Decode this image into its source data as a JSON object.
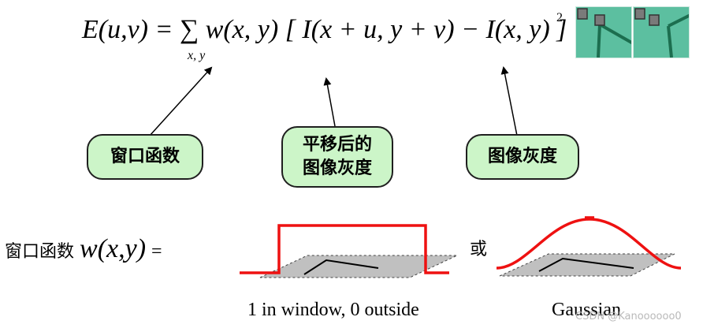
{
  "formula": {
    "main": "E(u,v) = ∑ w(x, y) [ I(x + u, y + v) − I(x, y) ]",
    "sum_subscript": "x, y",
    "exponent": "2"
  },
  "labels": {
    "window_function": "窗口函数",
    "shifted_gray_line1": "平移后的",
    "shifted_gray_line2": "图像灰度",
    "image_gray": "图像灰度"
  },
  "window_def": {
    "prefix": "窗口函数",
    "math": "w(x,y)",
    "equals": "="
  },
  "or_text": "或",
  "captions": {
    "box": "1 in window, 0 outside",
    "gaussian": "Gaussian"
  },
  "watermark": "CSDN @Kanoooooo0",
  "colors": {
    "label_fill": "#ccf5c8",
    "curve": "#ee1111",
    "thumb_bg": "#5cbfa0"
  }
}
